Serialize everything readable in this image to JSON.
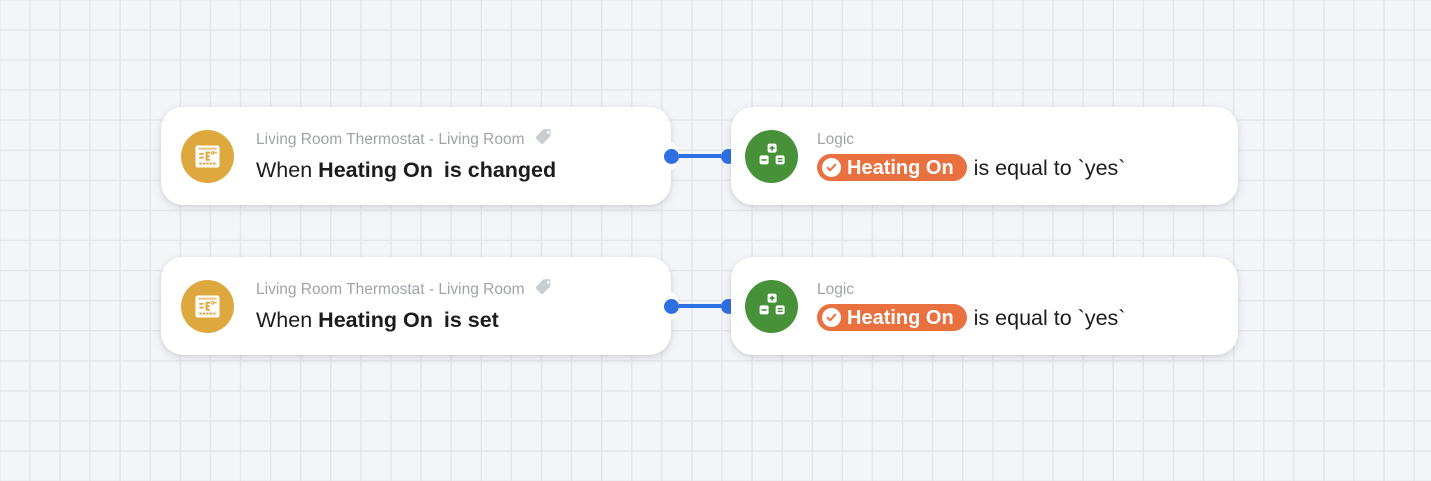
{
  "canvas": {
    "background_color": "#f4f5f8",
    "grid_line_color": "#e4e6ea",
    "grid_size": 30
  },
  "colors": {
    "trigger_icon_bg": "#dda93e",
    "logic_icon_bg": "#479239",
    "pill_bg": "#e9703f",
    "connector": "#2f6fe4",
    "subtitle_text": "#a0a3a8",
    "title_text": "#1c1c1e"
  },
  "flows": [
    {
      "trigger": {
        "icon": "thermostat-icon",
        "subtitle": "Living Room Thermostat - Living Room",
        "tag_icon": "tag-icon",
        "title_prefix": "When",
        "title_property": "Heating On",
        "title_suffix": "is changed"
      },
      "connector": {
        "icon": "connector-link",
        "source_port": "output-port",
        "target_port": "input-port"
      },
      "condition": {
        "icon": "logic-calculator-icon",
        "subtitle": "Logic",
        "pill_icon": "check-circle-icon",
        "pill_label": "Heating On",
        "expression": "is equal to `yes`"
      }
    },
    {
      "trigger": {
        "icon": "thermostat-icon",
        "subtitle": "Living Room Thermostat - Living Room",
        "tag_icon": "tag-icon",
        "title_prefix": "When",
        "title_property": "Heating On",
        "title_suffix": "is set"
      },
      "connector": {
        "icon": "connector-link",
        "source_port": "output-port",
        "target_port": "input-port"
      },
      "condition": {
        "icon": "logic-calculator-icon",
        "subtitle": "Logic",
        "pill_icon": "check-circle-icon",
        "pill_label": "Heating On",
        "expression": "is equal to `yes`"
      }
    }
  ]
}
